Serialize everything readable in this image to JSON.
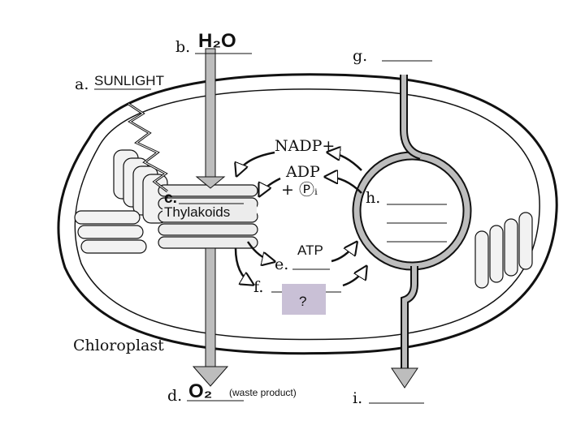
{
  "diagram": {
    "chloroplast_label": "Chloroplast",
    "labels": {
      "a": {
        "letter": "a.",
        "answer": "SUNLIGHT"
      },
      "b": {
        "letter": "b.",
        "answer": "H₂O"
      },
      "c": {
        "letter": "c.",
        "answer": "Thylakoids"
      },
      "d": {
        "letter": "d.",
        "answer": "O₂",
        "note": "(waste product)"
      },
      "e": {
        "letter": "e.",
        "answer": "ATP"
      },
      "f": {
        "letter": "f.",
        "answer": "?"
      },
      "g": {
        "letter": "g.",
        "answer": ""
      },
      "h": {
        "letter": "h.",
        "answer": ""
      },
      "i": {
        "letter": "i.",
        "answer": ""
      }
    },
    "cycle_inputs": {
      "nadp": "NADP+",
      "adp": "ADP",
      "pi": "+ Ⓟᵢ"
    },
    "colors": {
      "outline": "#111111",
      "arrow_fill": "#bdbdbd",
      "question_box": "#c9c0d6"
    }
  }
}
